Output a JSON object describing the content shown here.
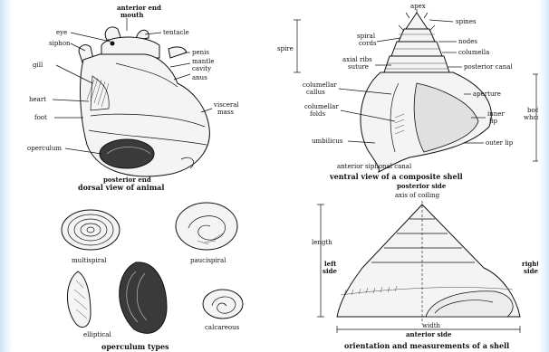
{
  "dorsal": {
    "labels": {
      "anterior_end": "anterior end",
      "mouth": "mouth",
      "tentacle": "tentacle",
      "eye": "eye",
      "siphon": "siphon",
      "penis": "penis",
      "mantle": "mantle",
      "cavity": "cavity",
      "gill": "gill",
      "anus": "anus",
      "heart": "heart",
      "visceral": "visceral",
      "mass": "mass",
      "foot": "foot",
      "operculum": "operculum",
      "posterior_end": "posterior end"
    },
    "caption": "dorsal view of animal"
  },
  "ventral": {
    "labels": {
      "apex": "apex",
      "spines": "spines",
      "spiral": "spiral",
      "cords": "cords",
      "nodes": "nodes",
      "columella": "columella",
      "spire": "spire",
      "axial_ribs": "axial ribs",
      "suture": "suture",
      "posterior_canal": "posterior canal",
      "columellar": "columellar",
      "callus": "callus",
      "aperture": "aperture",
      "columellar2": "columellar",
      "folds": "folds",
      "inner": "inner",
      "lip": "lip",
      "body": "body",
      "whorl": "whorl",
      "umbilicus": "umbilicus",
      "outer_lip": "outer lip",
      "anterior_siphonal_canal": "anterior siphonal canal"
    },
    "caption": "ventral view of a composite shell"
  },
  "operculum": {
    "labels": {
      "multispiral": "multispiral",
      "paucispiral": "paucispiral",
      "elliptical": "elliptical",
      "calcareous": "calcareous"
    },
    "caption": "operculum types"
  },
  "orientation": {
    "labels": {
      "posterior_side": "posterior side",
      "axis_of_coiling": "axis of coiling",
      "length": "length",
      "left": "left",
      "side_left": "side",
      "right": "right",
      "side_right": "side",
      "width": "width",
      "anterior_side": "anterior side"
    },
    "caption": "orientation and measurements of a shell"
  }
}
